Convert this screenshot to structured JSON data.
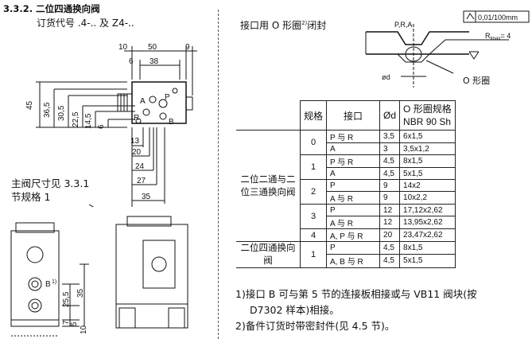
{
  "header": {
    "section": "3.3.2.",
    "title": "二位四通换向阀",
    "order_code": "订货代号 .4-.. 及 Z4-.."
  },
  "left_note": {
    "line1": "主阀尺寸见 3.3.1",
    "line2": "节规格 1"
  },
  "drawing_top": {
    "dims_top": [
      "10",
      "50",
      "9",
      "6",
      "38"
    ],
    "dims_left": [
      "45",
      "36,5",
      "30,5",
      "22,5",
      "14,5",
      "6"
    ],
    "dims_bottom": [
      "13",
      "20",
      "24",
      "27",
      "35"
    ],
    "ports": [
      "A",
      "P",
      "R",
      "B"
    ]
  },
  "drawing_front": {
    "dims": [
      "25,5",
      "35",
      "7",
      "5",
      "10"
    ],
    "port_label": "B",
    "port_note": "1)"
  },
  "seal": {
    "label": "接口用 O 形圈",
    "label_note": "2)",
    "label_suffix": "闭封",
    "ports": "P,R,A",
    "flatness": "0,01/100mm",
    "roughness": "R",
    "roughness_sub": "tmax",
    "roughness_value": "= 4",
    "diameter": "ød",
    "oring": "O 形圈"
  },
  "table": {
    "headers": {
      "size": "规格",
      "port": "接口",
      "d": "Ød",
      "oring_line1": "O 形圈规格",
      "oring_line2": "NBR 90 Sh"
    },
    "groups": [
      {
        "label": "二位二通与二位三通换向阀",
        "sizes": [
          {
            "size": "0",
            "rows": [
              {
                "port": "P  与  R",
                "d": "3,5",
                "oring": "6x1,5"
              },
              {
                "port": "A",
                "d": "3",
                "oring": "3,5x1,2"
              }
            ]
          },
          {
            "size": "1",
            "rows": [
              {
                "port": "P  与  R",
                "d": "4,5",
                "oring": "8x1,5"
              },
              {
                "port": "A",
                "d": "4,5",
                "oring": "5x1,5"
              }
            ]
          },
          {
            "size": "2",
            "rows": [
              {
                "port": "P",
                "d": "9",
                "oring": "14x2"
              },
              {
                "port": "A  与  R",
                "d": "9",
                "oring": "10x2,2"
              }
            ]
          },
          {
            "size": "3",
            "rows": [
              {
                "port": "P",
                "d": "12",
                "oring": "17,12x2,62"
              },
              {
                "port": "A  与  R",
                "d": "12",
                "oring": "13,95x2,62"
              }
            ]
          },
          {
            "size": "4",
            "rows": [
              {
                "port": "A, P  与  R",
                "d": "20",
                "oring": "23,47x2,62"
              }
            ]
          }
        ]
      },
      {
        "label": "二位四通换向阀",
        "sizes": [
          {
            "size": "1",
            "rows": [
              {
                "port": "P",
                "d": "4,5",
                "oring": "8x1,5"
              },
              {
                "port": "A, B  与  R",
                "d": "4,5",
                "oring": "5x1,5"
              }
            ]
          }
        ]
      }
    ]
  },
  "footnotes": [
    "1)接口 B 可与第 5 节的连接板相接或与 VB11 阀块(按",
    "D7302 样本)相接。",
    "2)备件订货时带密封件(见 4.5 节)。"
  ]
}
